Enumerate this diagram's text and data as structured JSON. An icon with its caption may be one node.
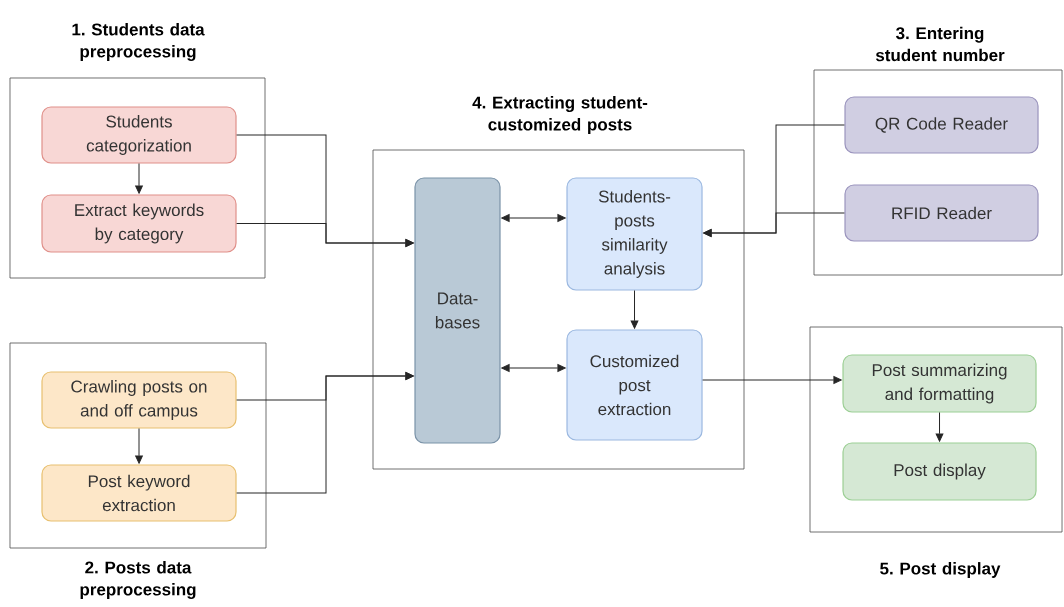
{
  "diagram": {
    "nodes": [
      {
        "text": [
          "1. Students data preprocessing"
        ]
      },
      {
        "text": [
          "Students categorization"
        ],
        "in": 0
      },
      {
        "text": [
          "Extract keywords by category"
        ],
        "in": 0
      },
      {
        "text": [
          "2. Posts data preprocessing"
        ]
      },
      {
        "text": [
          "Crawling posts on and off campus"
        ],
        "in": 3
      },
      {
        "text": [
          "Post keyword extraction"
        ],
        "in": 3
      },
      {
        "text": [
          "4. Extracting student-customized posts"
        ]
      },
      {
        "text": [
          "Data-bases"
        ],
        "in": 6
      },
      {
        "text": [
          "Students-posts similarity analysis"
        ],
        "in": 6
      },
      {
        "text": [
          "Customized post extraction"
        ],
        "in": 6
      },
      {
        "text": [
          "3. Entering student number"
        ]
      },
      {
        "text": [
          "QR Code Reader"
        ],
        "in": 10
      },
      {
        "text": [
          "RFID Reader"
        ],
        "in": 10
      },
      {
        "text": [
          "5. Post display"
        ]
      },
      {
        "text": [
          "Post summarizing and formatting"
        ],
        "in": 13
      },
      {
        "text": [
          "Post display"
        ],
        "in": 13
      }
    ],
    "edges": [
      {
        "from": 1,
        "to": 2,
        "arrow": "to"
      },
      {
        "from": 1,
        "to": 7,
        "arrow": "to"
      },
      {
        "from": 2,
        "to": 7,
        "arrow": "to"
      },
      {
        "from": 4,
        "to": 5,
        "arrow": "to"
      },
      {
        "from": 4,
        "to": 7,
        "arrow": "to"
      },
      {
        "from": 5,
        "to": 7,
        "arrow": "to"
      },
      {
        "from": 7,
        "to": 8,
        "arrow": "both"
      },
      {
        "from": 7,
        "to": 9,
        "arrow": "both"
      },
      {
        "from": 8,
        "to": 9,
        "arrow": "to"
      },
      {
        "from": 11,
        "to": 8,
        "arrow": "to"
      },
      {
        "from": 12,
        "to": 8,
        "arrow": "to"
      },
      {
        "from": 9,
        "to": 14,
        "arrow": "to"
      },
      {
        "from": 14,
        "to": 15,
        "arrow": "to"
      }
    ]
  }
}
